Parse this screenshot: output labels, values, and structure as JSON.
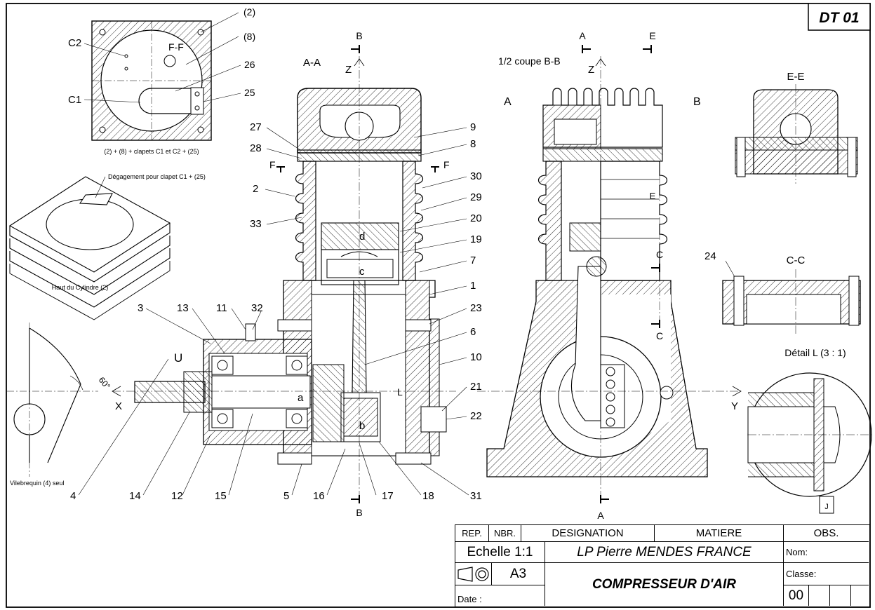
{
  "sheet": {
    "id": "DT 01",
    "view_labels": {
      "section_aa": "A-A",
      "half_section_bb": "1/2 coupe B-B",
      "section_ee": "E-E",
      "section_cc": "C-C",
      "section_ff": "F-F",
      "detail_l": "Détail L (3 : 1)",
      "detail_letter": "J"
    },
    "axis_labels": {
      "z1": "Z",
      "z2": "Z",
      "x": "X",
      "y": "Y",
      "u": "U",
      "l": "L"
    },
    "cut_labels": {
      "b_top": "B",
      "b_bottom": "B",
      "a_top": "A",
      "a_bottom": "A",
      "a_side": "A",
      "b_side": "B",
      "e_top": "E",
      "e_mid": "E",
      "c_top": "C",
      "c_bottom": "C",
      "f_left": "F",
      "f_right": "F"
    },
    "part_letters": {
      "a": "a",
      "b": "b",
      "c": "c",
      "d": "d"
    },
    "callouts": {
      "p27": "27",
      "p28": "28",
      "p2": "2",
      "p33": "33",
      "p9": "9",
      "p8": "8",
      "p30": "30",
      "p29": "29",
      "p20": "20",
      "p19": "19",
      "p7": "7",
      "p1": "1",
      "p23": "23",
      "p6": "6",
      "p10": "10",
      "p21": "21",
      "p22": "22",
      "p3": "3",
      "p13": "13",
      "p11": "11",
      "p32": "32",
      "p4": "4",
      "p14": "14",
      "p12": "12",
      "p15": "15",
      "p5": "5",
      "p16": "16",
      "p17": "17",
      "p18": "18",
      "p31": "31",
      "p24": "24"
    },
    "inset_ff": {
      "c2": "C2",
      "c1": "C1",
      "r2": "(2)",
      "r8": "(8)",
      "r26": "26",
      "r25": "25",
      "caption": "(2) + (8) + clapets C1 et C2 + (25)"
    },
    "inset_cylinder": {
      "note": "Dégagement pour clapet C1 + (25)",
      "caption": "Haut du Cylindre (2)"
    },
    "inset_crank": {
      "angle": "60°",
      "caption": "Vilebrequin (4) seul"
    }
  },
  "cartouche": {
    "headers": {
      "rep": "REP.",
      "nbr": "NBR.",
      "designation": "DESIGNATION",
      "matiere": "MATIERE",
      "obs": "OBS."
    },
    "scale": "Echelle 1:1",
    "school": "LP Pierre MENDES FRANCE",
    "format": "A3",
    "title": "COMPRESSEUR D'AIR",
    "nom_label": "Nom:",
    "classe_label": "Classe:",
    "date_label": "Date :",
    "index": "00"
  }
}
